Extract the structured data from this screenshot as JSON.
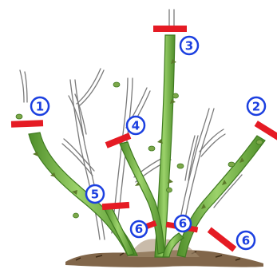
{
  "figure": {
    "colors": {
      "background": "#ffffff",
      "cut_mark": "#e51b24",
      "callout_ring": "#1b3fe0",
      "callout_fill": "#ffffff",
      "cane_light": "#9bd26a",
      "cane_dark": "#4f8e2a",
      "dead_wood": "#7a7a7a",
      "dead_wood_fill": "#ffffff",
      "soil": "#6b4b2a",
      "thorn": "#5b7a2a",
      "leaf_bud": "#7da84a"
    },
    "markers": [
      {
        "label": "1",
        "icon": "cut-mark"
      },
      {
        "label": "2",
        "icon": "cut-mark"
      },
      {
        "label": "3",
        "icon": "cut-mark"
      },
      {
        "label": "4",
        "icon": "cut-mark"
      },
      {
        "label": "5",
        "icon": "cut-mark"
      },
      {
        "label": "6",
        "icon": "cut-mark"
      },
      {
        "label": "6",
        "icon": "cut-mark"
      },
      {
        "label": "6",
        "icon": "cut-mark"
      }
    ]
  }
}
